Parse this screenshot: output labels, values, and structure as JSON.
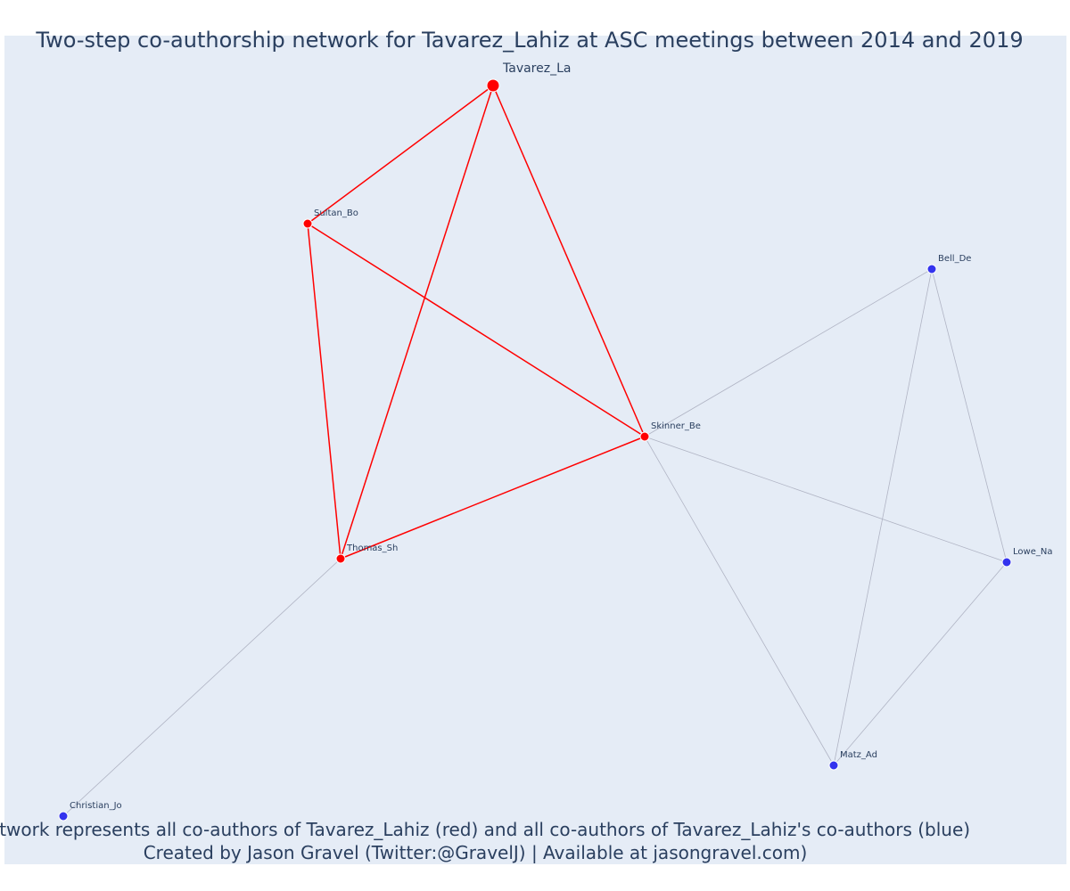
{
  "title": "Two-step co-authorship network for Tavarez_Lahiz at ASC meetings between 2014 and 2019",
  "footer": {
    "line1": "Network represents all co-authors of Tavarez_Lahiz (red) and all co-authors of Tavarez_Lahiz's co-authors (blue)",
    "line2": "Created by Jason Gravel (Twitter:@GravelJ) | Available at jasongravel.com)"
  },
  "colors": {
    "background": "#e5ecf6",
    "first_degree": "#ff0000",
    "second_degree": "#3333ee",
    "gray_edge": "#b0b4c4",
    "text": "#2a3f5f"
  },
  "nodes": [
    {
      "id": "Tavarez_La",
      "label": "Tavarez_La",
      "group": "focal"
    },
    {
      "id": "Sultan_Bo",
      "label": "Sultan_Bo",
      "group": "first"
    },
    {
      "id": "Skinner_Be",
      "label": "Skinner_Be",
      "group": "first"
    },
    {
      "id": "Thomas_Sh",
      "label": "Thomas_Sh",
      "group": "first"
    },
    {
      "id": "Bell_De",
      "label": "Bell_De",
      "group": "second"
    },
    {
      "id": "Lowe_Na",
      "label": "Lowe_Na",
      "group": "second"
    },
    {
      "id": "Matz_Ad",
      "label": "Matz_Ad",
      "group": "second"
    },
    {
      "id": "Christian_Jo",
      "label": "Christian_Jo",
      "group": "second"
    }
  ],
  "edges": [
    {
      "source": "Tavarez_La",
      "target": "Sultan_Bo",
      "type": "red"
    },
    {
      "source": "Tavarez_La",
      "target": "Thomas_Sh",
      "type": "red"
    },
    {
      "source": "Tavarez_La",
      "target": "Skinner_Be",
      "type": "red"
    },
    {
      "source": "Sultan_Bo",
      "target": "Thomas_Sh",
      "type": "red"
    },
    {
      "source": "Sultan_Bo",
      "target": "Skinner_Be",
      "type": "red"
    },
    {
      "source": "Thomas_Sh",
      "target": "Skinner_Be",
      "type": "red"
    },
    {
      "source": "Thomas_Sh",
      "target": "Christian_Jo",
      "type": "gray"
    },
    {
      "source": "Skinner_Be",
      "target": "Bell_De",
      "type": "gray"
    },
    {
      "source": "Skinner_Be",
      "target": "Lowe_Na",
      "type": "gray"
    },
    {
      "source": "Skinner_Be",
      "target": "Matz_Ad",
      "type": "gray"
    },
    {
      "source": "Bell_De",
      "target": "Lowe_Na",
      "type": "gray"
    },
    {
      "source": "Bell_De",
      "target": "Matz_Ad",
      "type": "gray"
    },
    {
      "source": "Lowe_Na",
      "target": "Matz_Ad",
      "type": "gray"
    }
  ]
}
